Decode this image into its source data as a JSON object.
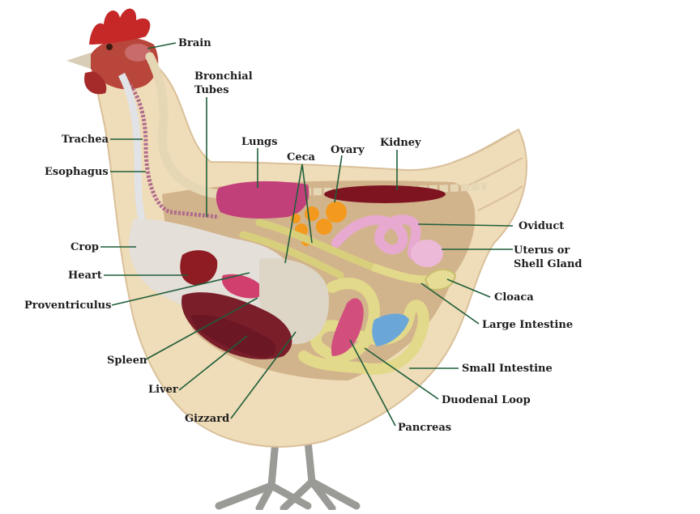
{
  "labels": {
    "brain": "Brain",
    "bronchial_tubes": "Bronchial\nTubes",
    "lungs": "Lungs",
    "ovary": "Ovary",
    "kidney": "Kidney",
    "ceca": "Ceca",
    "trachea": "Trachea",
    "esophagus": "Esophagus",
    "oviduct": "Oviduct",
    "uterus": "Uterus or\nShell Gland",
    "crop": "Crop",
    "heart": "Heart",
    "proventriculus": "Proventriculus",
    "cloaca": "Cloaca",
    "large_intestine": "Large Intestine",
    "small_intestine": "Small Intestine",
    "spleen": "Spleen",
    "liver": "Liver",
    "duodenal_loop": "Duodenal Loop",
    "gizzard": "Gizzard",
    "pancreas": "Pancreas"
  },
  "colors": {
    "feather": "#efdcb8",
    "feather_shadow": "#d9c09a",
    "body_cavity": "#b99467",
    "comb": "#c62828",
    "crop": "#e4dfd8",
    "heart": "#8e1c22",
    "liver": "#7a1e2a",
    "lungs": "#c2407a",
    "kidney": "#7d1420",
    "ovary": "#f39a1e",
    "oviduct": "#e7a9cf",
    "intestine": "#e3d98a",
    "pancreas": "#d24f7d",
    "spleen_duct": "#6aa7d8",
    "leader": "#1f5e3a",
    "leg": "#a6a6a2"
  }
}
